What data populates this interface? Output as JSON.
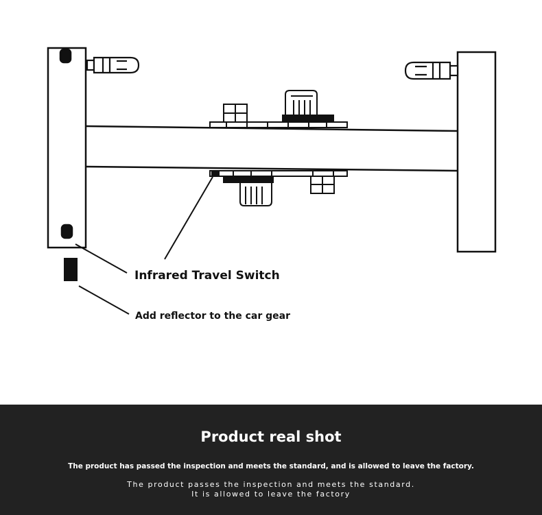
{
  "diagram": {
    "callouts": {
      "infrared_switch": "Infrared Travel Switch",
      "reflector": "Add reflector to the car gear"
    },
    "colors": {
      "stroke": "#111111",
      "fill": "#ffffff"
    }
  },
  "footer": {
    "title": "Product real shot",
    "description": "The product has passed the inspection and meets the standard, and is allowed to leave the factory.",
    "subtitle_line1": "The product passes the inspection and meets the standard.",
    "subtitle_line2": "It is allowed to leave the factory",
    "background": "#222222"
  }
}
